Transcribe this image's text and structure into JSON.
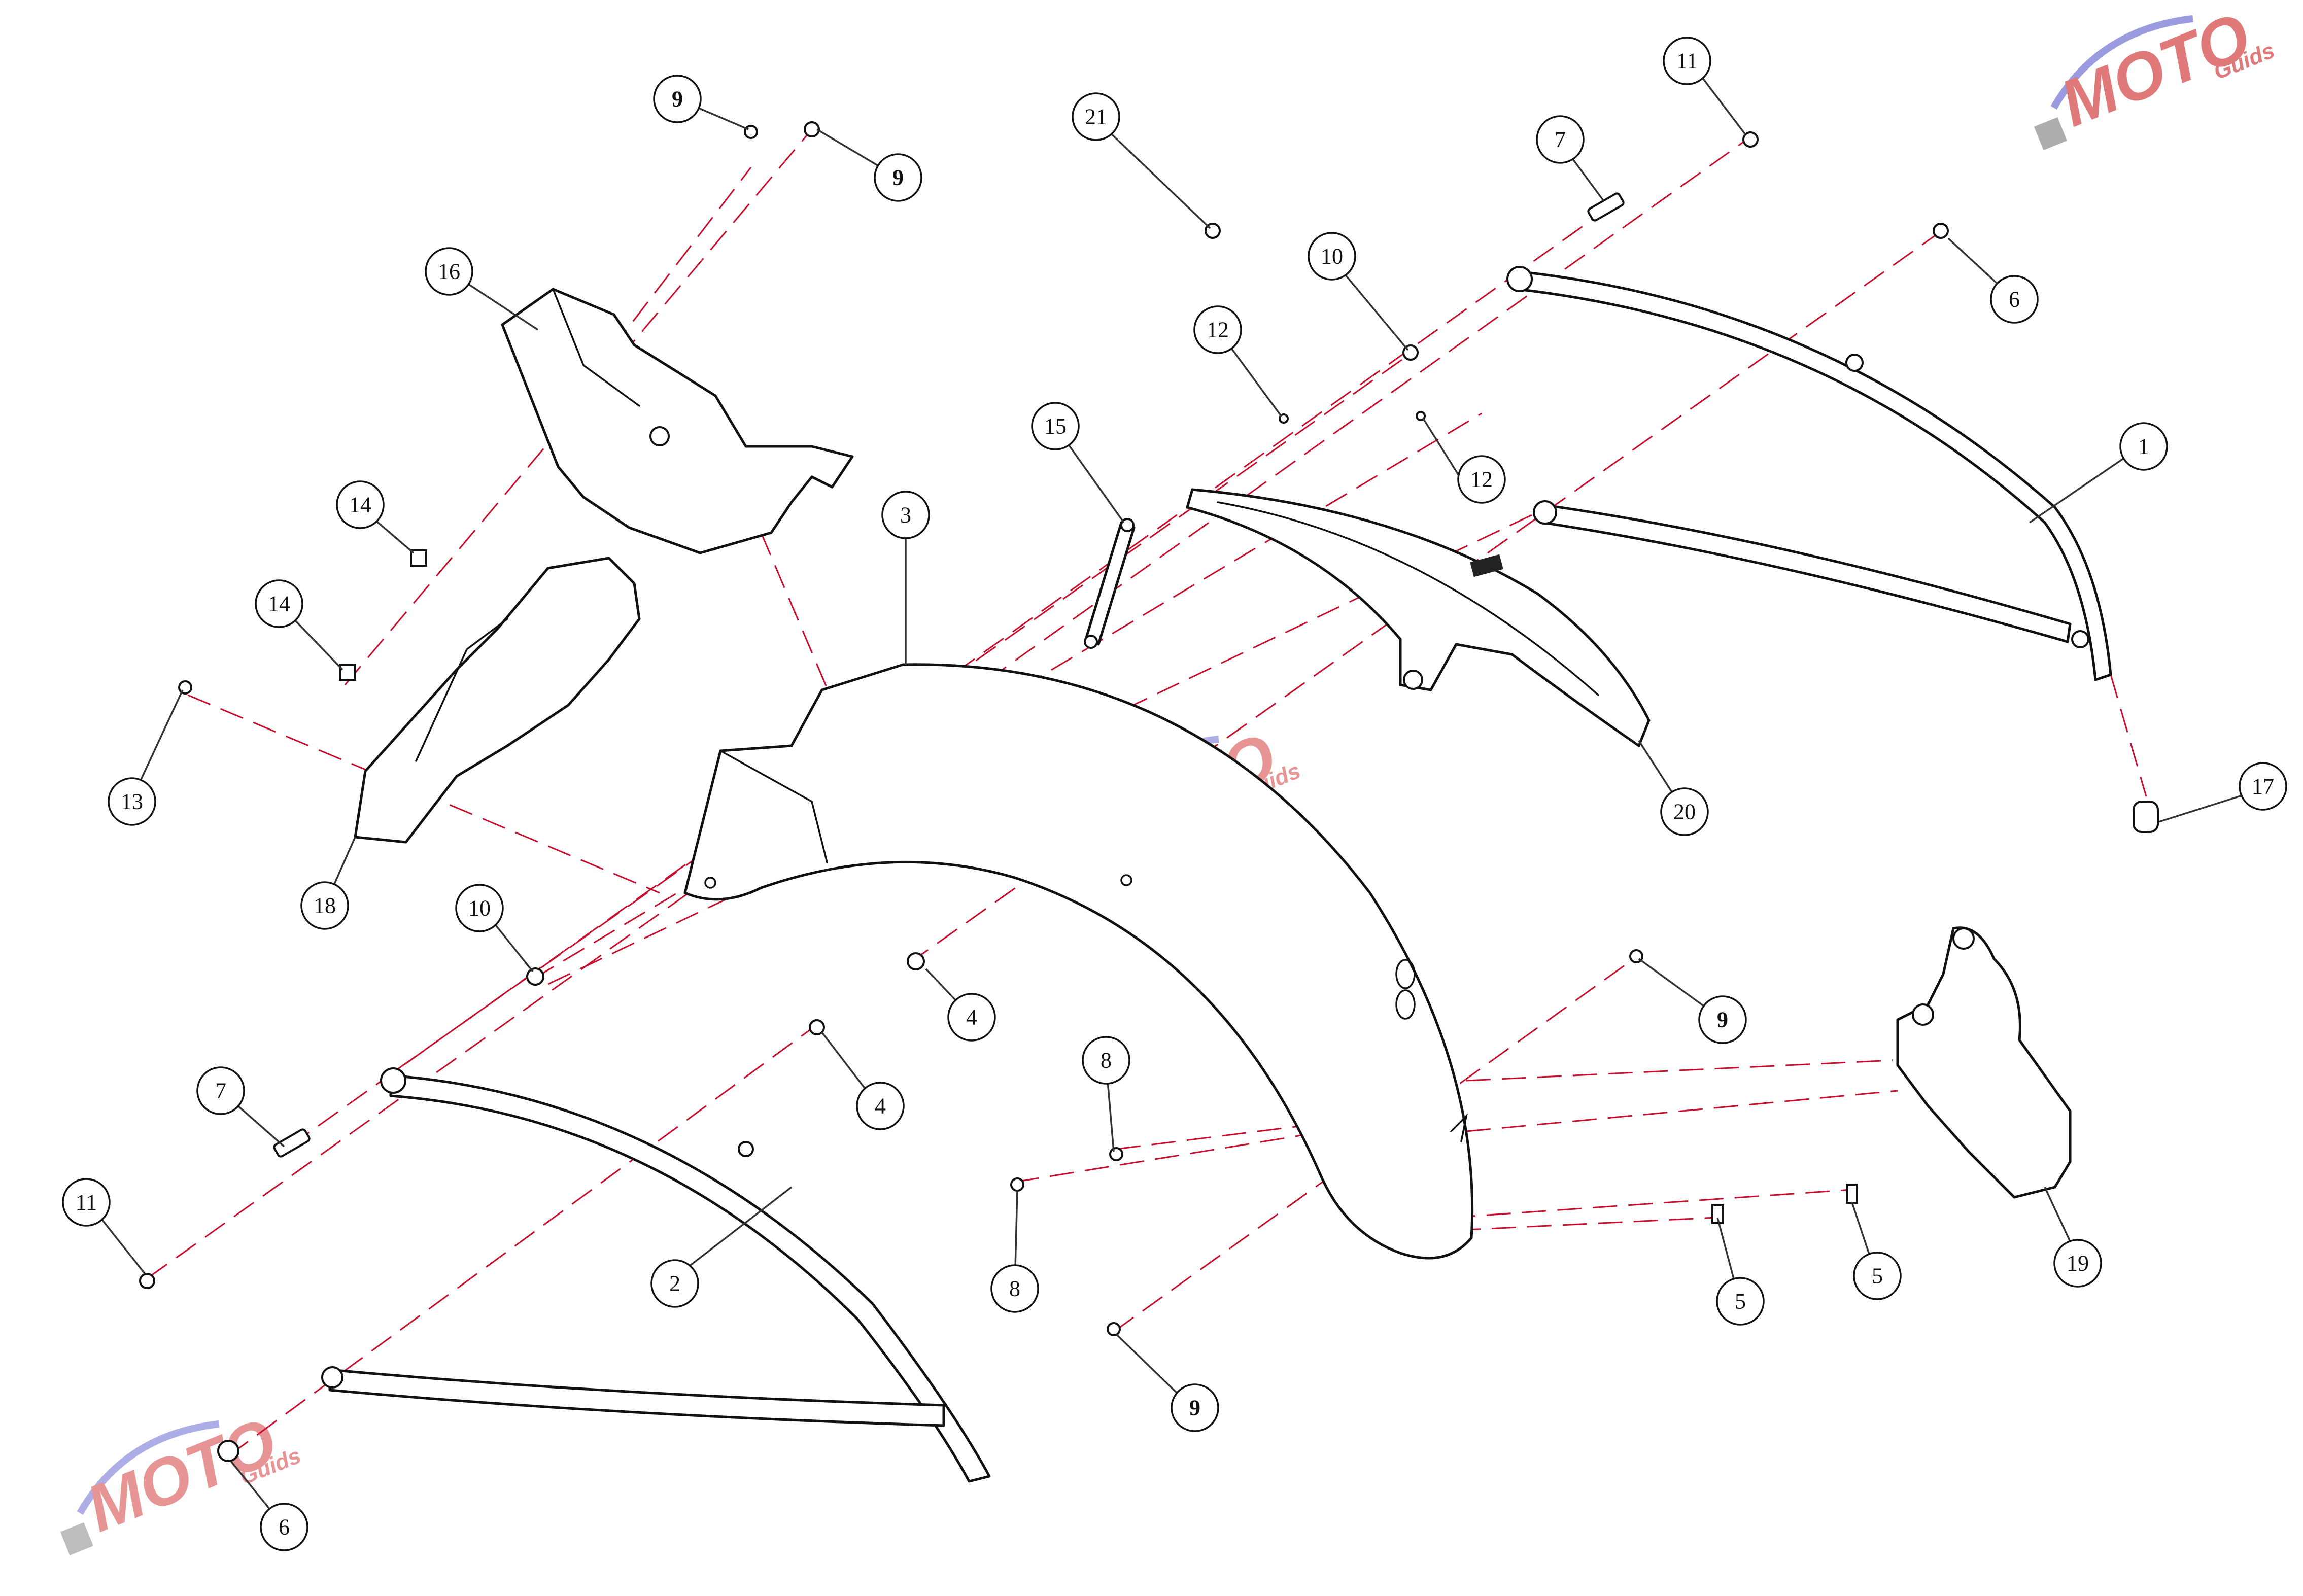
{
  "callouts": [
    {
      "label": "1",
      "bold": false
    },
    {
      "label": "2",
      "bold": false
    },
    {
      "label": "3",
      "bold": false
    },
    {
      "label": "4",
      "bold": false
    },
    {
      "label": "4",
      "bold": false
    },
    {
      "label": "5",
      "bold": false
    },
    {
      "label": "5",
      "bold": false
    },
    {
      "label": "6",
      "bold": false
    },
    {
      "label": "6",
      "bold": false
    },
    {
      "label": "7",
      "bold": false
    },
    {
      "label": "7",
      "bold": false
    },
    {
      "label": "8",
      "bold": false
    },
    {
      "label": "8",
      "bold": false
    },
    {
      "label": "9",
      "bold": true
    },
    {
      "label": "9",
      "bold": true
    },
    {
      "label": "9",
      "bold": true
    },
    {
      "label": "9",
      "bold": true
    },
    {
      "label": "10",
      "bold": false
    },
    {
      "label": "10",
      "bold": false
    },
    {
      "label": "11",
      "bold": false
    },
    {
      "label": "11",
      "bold": false
    },
    {
      "label": "12",
      "bold": false
    },
    {
      "label": "12",
      "bold": false
    },
    {
      "label": "13",
      "bold": false
    },
    {
      "label": "14",
      "bold": false
    },
    {
      "label": "14",
      "bold": false
    },
    {
      "label": "15",
      "bold": false
    },
    {
      "label": "16",
      "bold": false
    },
    {
      "label": "17",
      "bold": false
    },
    {
      "label": "18",
      "bold": false
    },
    {
      "label": "19",
      "bold": false
    },
    {
      "label": "20",
      "bold": false
    },
    {
      "label": "21",
      "bold": false
    }
  ],
  "watermark": {
    "brand": "MOTO",
    "sub": "Guids",
    "colors": {
      "brand": "#e07a7a",
      "swoosh": "#9b9be0",
      "flag": "#777777"
    }
  },
  "colors": {
    "leader_dash": "#c8102e",
    "line": "#111111"
  }
}
